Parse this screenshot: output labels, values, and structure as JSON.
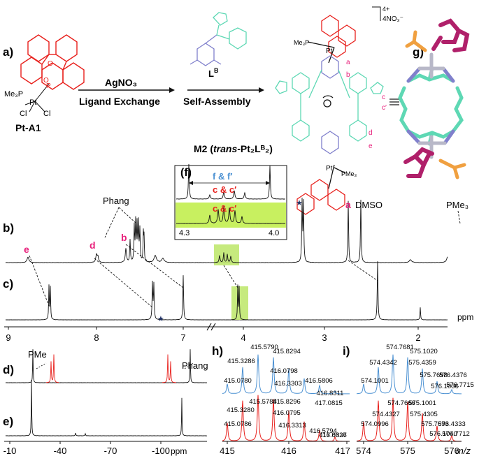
{
  "panel_labels": {
    "a": "a)",
    "b": "b)",
    "c": "c)",
    "d": "d)",
    "e": "e)",
    "f": "(f)",
    "g": "g)",
    "h": "h)",
    "i": "i)"
  },
  "scheme": {
    "reactant_name": "Pt-A1",
    "pme3_label": "Me₃P",
    "cl_label": "Cl",
    "pt_label": "Pt",
    "o_label": "O",
    "p_label": "P",
    "reagent": "AgNO₃",
    "step1": "Ligand Exchange",
    "ligand": "L",
    "ligand_sup": "B",
    "step2": "Self-Assembly",
    "charge": "4+",
    "counterion": "4NO₃⁻",
    "product_label": "M2 (",
    "product_italic": "trans",
    "product_tail": "-Pt₂Lᴮ₂)",
    "pme3_top": "Me₃P",
    "pme3_bottom": "PMe₃",
    "proton_labels": [
      "a",
      "b",
      "c",
      "c′",
      "d",
      "e"
    ]
  },
  "nmr": {
    "peak_labels": {
      "e": "e",
      "d": "d",
      "b": "b",
      "a": "a",
      "phang": "Phang",
      "dmso": "DMSO",
      "pme3": "PMe₃"
    },
    "x_ticks": [
      "9",
      "8",
      "7",
      "4",
      "3",
      "2"
    ],
    "x_unit": "ppm",
    "inset_top": "f & f′",
    "inset_mid": "c & c′",
    "inset_bottom": "c & c′",
    "inset_ticks": [
      "4.3",
      "4.0"
    ]
  },
  "p31": {
    "labels": {
      "pme": "PMe",
      "phang": "Phang"
    },
    "x_ticks": [
      "-10",
      "-40",
      "-70",
      "-100"
    ],
    "x_unit": "ppm"
  },
  "ms": {
    "h_top": [
      "415.0780",
      "415.3286",
      "415.5790",
      "415.8294",
      "416.0798",
      "416.3303",
      "416.5806",
      "416.8311",
      "417.0815"
    ],
    "h_bottom": [
      "415.0786",
      "415.3280",
      "415.5788",
      "415.8296",
      "416.0795",
      "416.3313",
      "416.5794",
      "416.8327",
      "417.0836"
    ],
    "i_top": [
      "574.1001",
      "574.4342",
      "574.7681",
      "575.1020",
      "575.4359",
      "575.7698",
      "576.1036",
      "576.4376",
      "576.7715"
    ],
    "i_bottom": [
      "574.0996",
      "574.4327",
      "574.7666",
      "575.1001",
      "575.4305",
      "575.7693",
      "576.1040",
      "576.4333",
      "576.7712"
    ],
    "x_ticks_h": [
      "415",
      "416",
      "417"
    ],
    "x_ticks_i": [
      "574",
      "575",
      "576"
    ],
    "x_unit": "m/z"
  },
  "colors": {
    "red": "#e8201c",
    "blue": "#4a90d2",
    "pink": "#e8227c",
    "teal": "#5ed8b4",
    "lavender": "#8080cc",
    "magenta": "#b0206a",
    "orange": "#f0a040",
    "grey": "#b8b8c8",
    "inset_bg": "#c8f060",
    "marker": "#c0e870"
  }
}
